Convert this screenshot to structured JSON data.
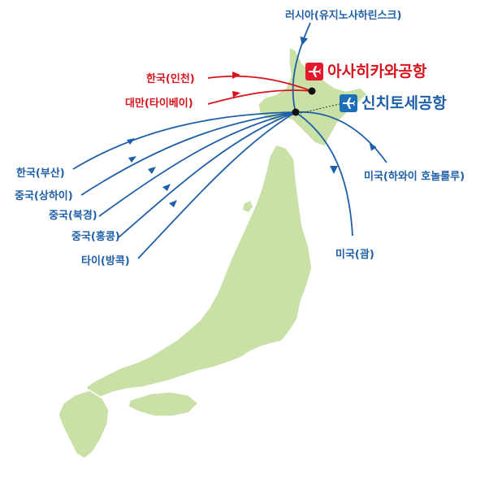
{
  "colors": {
    "land": "#c9e0a6",
    "blue_route": "#1f5fa8",
    "red_route": "#d7141e",
    "asahikawa_badge": "#e5192a",
    "shin_chitose_badge": "#1d6fba"
  },
  "airports": {
    "asahikawa": {
      "name": "아사히카와공항",
      "icon": "airplane-icon"
    },
    "shin_chitose": {
      "name": "신치토세공항",
      "icon": "airplane-icon"
    }
  },
  "routes": {
    "russia": "러시아(유지노사하린스크)",
    "korea_incheon": "한국(인천)",
    "taiwan_taipei": "대만(타이베이)",
    "korea_busan": "한국(부산)",
    "china_shanghai": "중국(상하이)",
    "china_beijing": "중국(북경)",
    "china_hongkong": "중국(홍콩)",
    "thailand_bangkok": "타이(방콕)",
    "usa_honolulu": "미국(하와이 호놀룰루)",
    "usa_guam": "미국(괌)"
  }
}
